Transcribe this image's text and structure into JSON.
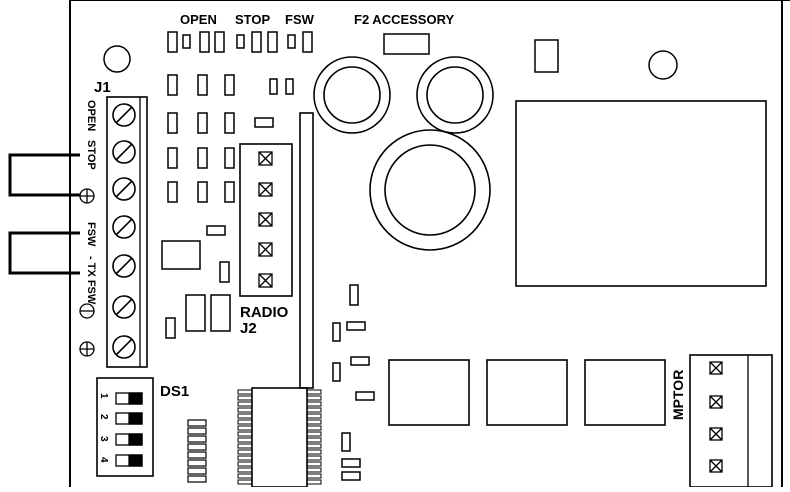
{
  "top_labels": {
    "open": "OPEN",
    "stop": "STOP",
    "fsw": "FSW",
    "f2_accessory": "F2 ACCESSORY"
  },
  "connector_j1": {
    "name": "J1",
    "terminals": [
      "OPEN",
      "STOP",
      "+",
      "FSW",
      "- TX FSW",
      "−",
      "+"
    ]
  },
  "radio": {
    "label": "RADIO",
    "connector": "J2"
  },
  "dip_switch": {
    "name": "DS1",
    "positions": [
      "1",
      "2",
      "3",
      "4"
    ]
  },
  "motor": {
    "label": "MPTOR"
  }
}
